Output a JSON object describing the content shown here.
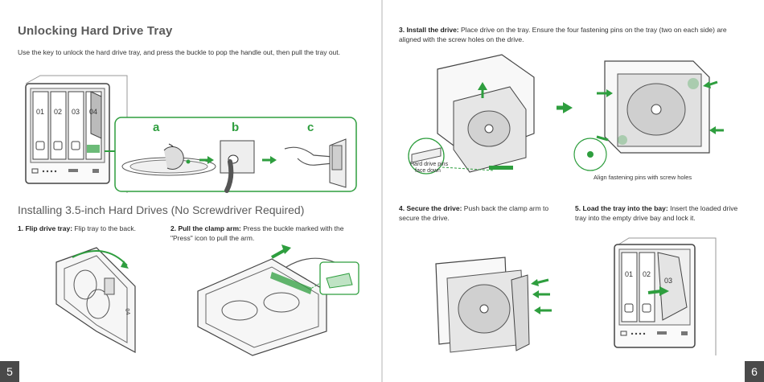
{
  "left_page": {
    "title": "Unlocking Hard Drive Tray",
    "intro": "Use the key to unlock the hard drive tray,  and press the buckle to pop the handle out, then pull the tray out.",
    "callouts": [
      "a",
      "b",
      "c"
    ],
    "bay_labels": [
      "01",
      "02",
      "03",
      "04"
    ],
    "section_title": "Installing 3.5-inch Hard Drives (No Screwdriver Required)",
    "step1_label": "1. Flip drive tray:",
    "step1_text": "Flip tray to the back.",
    "step2_label": "2. Pull the clamp arm:",
    "step2_text": "Press the buckle marked with the \"Press\" icon to pull the arm.",
    "page_number": "5"
  },
  "right_page": {
    "step3_label": "3. Install the drive:",
    "step3_text": "Place drive on the tray. Ensure the four fastening pins on the tray (two on each side) are aligned with the screw holes on the drive.",
    "pins_caption_line1": "Hard drive pins",
    "pins_caption_line2": "face down",
    "align_caption": "Align fastening pins with screw holes",
    "step4_label": "4. Secure the drive:",
    "step4_text": "Push back the clamp arm to secure the drive.",
    "step5_label": "5. Load the tray into the bay:",
    "step5_text": "Insert the loaded drive tray into the empty drive bay and lock it.",
    "bay_labels": [
      "01",
      "02",
      "03"
    ],
    "page_number": "6"
  },
  "colors": {
    "accent": "#2e9e3e",
    "page_tab": "#4a4a4a",
    "line_art": "#555555"
  }
}
